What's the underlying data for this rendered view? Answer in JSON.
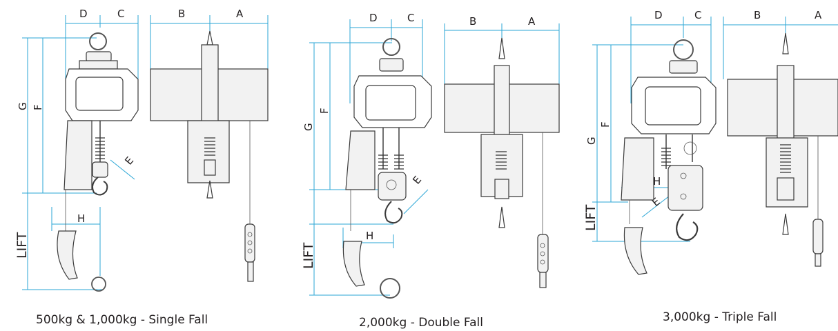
{
  "diagrams": [
    {
      "caption": "500kg & 1,000kg - Single Fall",
      "labels": {
        "D": "D",
        "C": "C",
        "B": "B",
        "A": "A",
        "G": "G",
        "F": "F",
        "E": "E",
        "H": "H",
        "LIFT": "LIFT"
      }
    },
    {
      "caption": "2,000kg - Double Fall",
      "labels": {
        "D": "D",
        "C": "C",
        "B": "B",
        "A": "A",
        "G": "G",
        "F": "F",
        "E": "E",
        "H": "H",
        "LIFT": "LIFT"
      }
    },
    {
      "caption": "3,000kg - Triple Fall",
      "labels": {
        "D": "D",
        "C": "C",
        "B": "B",
        "A": "A",
        "G": "G",
        "F": "F",
        "E": "E",
        "H": "H",
        "LIFT": "LIFT"
      }
    }
  ],
  "colors": {
    "dimension_line": "#2aa6d6",
    "outline": "#3a3a3a",
    "text": "#231f20"
  }
}
